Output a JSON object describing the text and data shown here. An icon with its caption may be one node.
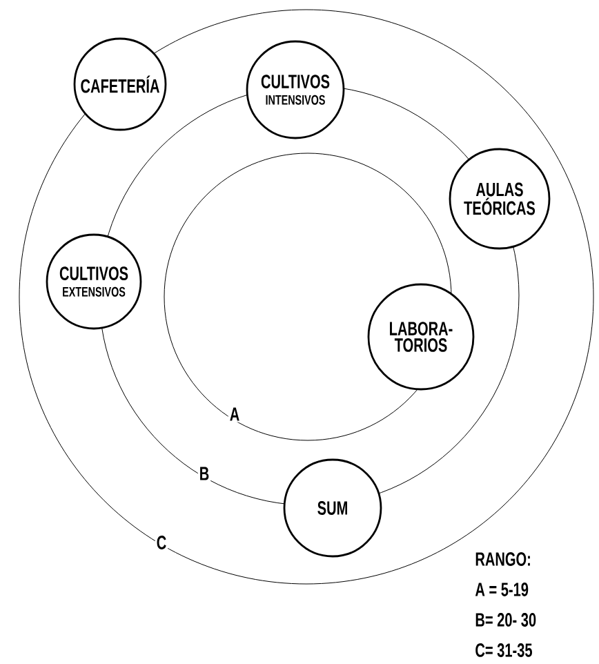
{
  "diagram": {
    "nodes": [
      {
        "text": [
          "C"
        ]
      },
      {
        "text": [
          "B"
        ],
        "in": 0
      },
      {
        "text": [
          "A"
        ],
        "in": 1
      },
      {
        "text": [
          "CAFETERÍA"
        ],
        "in": 0
      },
      {
        "text": [
          "CULTIVOS",
          "INTENSIVOS"
        ],
        "in": 0
      },
      {
        "text": [
          "AULAS TEÓRICAS"
        ],
        "in": 0
      },
      {
        "text": [
          "CULTIVOS",
          "EXTENSIVOS"
        ],
        "in": 0
      },
      {
        "text": [
          "LABORA- TORIOS"
        ],
        "in": 1
      },
      {
        "text": [
          "SUM"
        ],
        "in": 0
      }
    ],
    "edges": [],
    "labels": [
      "RANGO:",
      "A =  5-19",
      "B= 20- 30",
      "C= 31-35"
    ]
  }
}
